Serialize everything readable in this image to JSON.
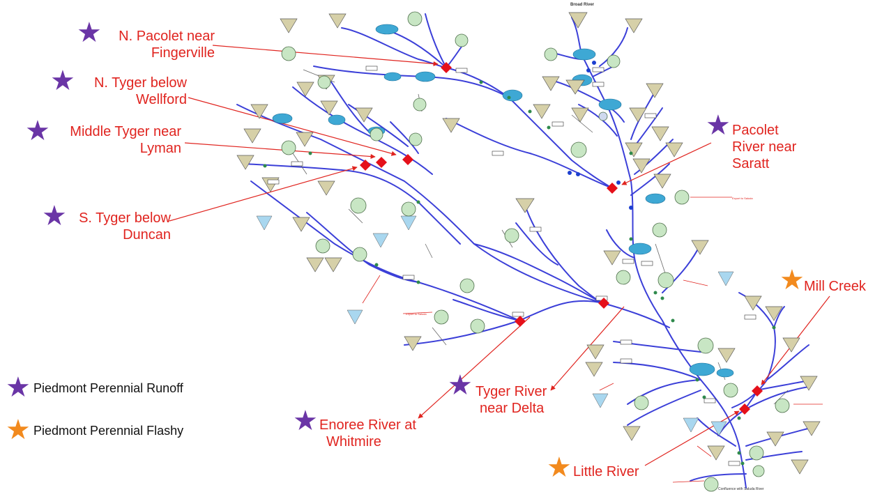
{
  "callouts": {
    "n_pacolet": [
      "N. Pacolet near",
      "Fingerville"
    ],
    "n_tyger": [
      "N. Tyger below",
      "Wellford"
    ],
    "middle_tyger": [
      "Middle Tyger near",
      "Lyman"
    ],
    "s_tyger": [
      "S. Tyger below",
      "Duncan"
    ],
    "pacolet": [
      "Pacolet",
      "River near",
      "Saratt"
    ],
    "mill_creek": [
      "Mill Creek"
    ],
    "tyger_delta": [
      "Tyger River",
      "near Delta"
    ],
    "enoree": [
      "Enoree River at",
      "Whitmire"
    ],
    "little_river": [
      "Little River"
    ]
  },
  "legend": {
    "runoff": "Piedmont Perennial Runoff",
    "flashy": "Piedmont Perennial Flashy"
  },
  "colors": {
    "callout": "#e0241f",
    "star_purple": "#6a35a6",
    "star_orange": "#f28a1e",
    "river": "#3b3fd8",
    "gauge": "#e5101a",
    "node": "#1c3fd0"
  },
  "map_labels": {
    "broad_river": "Broad River",
    "conf": "Confluence with Saluda River",
    "export": "Export to Saluda"
  }
}
